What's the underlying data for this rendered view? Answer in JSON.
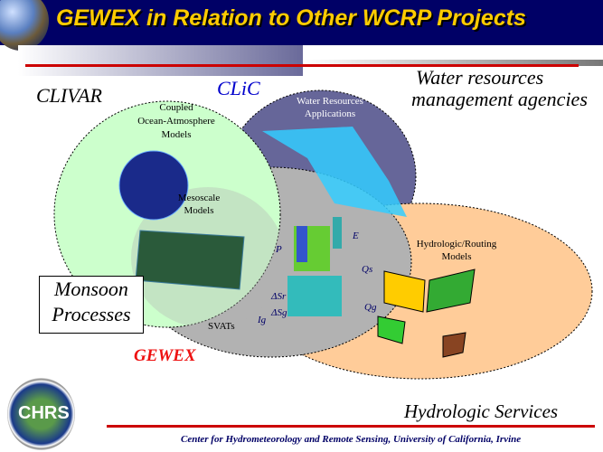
{
  "title": "GEWEX  in Relation to Other  WCRP  Projects",
  "labels": {
    "clivar": "CLIVAR",
    "clic": "CLiC",
    "water_resources_agencies": [
      "Water resources",
      "management agencies"
    ],
    "monsoon": [
      "Monsoon",
      "Processes"
    ],
    "gewex": "GEWEX",
    "hydrologic_services": "Hydrologic Services",
    "coupled_models": [
      "Coupled",
      "Ocean-Atmosphere",
      "Models"
    ],
    "water_resources_applications": [
      "Water Resources",
      "Applications"
    ],
    "mesoscale_models": [
      "Mesoscale",
      "Models"
    ],
    "hydrologic_routing_models": [
      "Hydrologic/Routing",
      "Models"
    ],
    "svats": "SVATs",
    "svat_symbols": {
      "p": "P",
      "e": "E",
      "qs": "Qs",
      "qg": "Qg",
      "dsr": "ΔSr",
      "dsg": "ΔSg",
      "ig": "Ig"
    }
  },
  "logo_text": "CHRS",
  "footer": "Center for Hydrometeorology and Remote Sensing, University of California, Irvine",
  "colors": {
    "banner": "#000066",
    "title": "#ffcc00",
    "accent_red": "#cc0000",
    "clivar": "#ccffcc",
    "clic": "#666699",
    "gewex": "#b2b2b2",
    "hydro": "#ffcc99"
  }
}
